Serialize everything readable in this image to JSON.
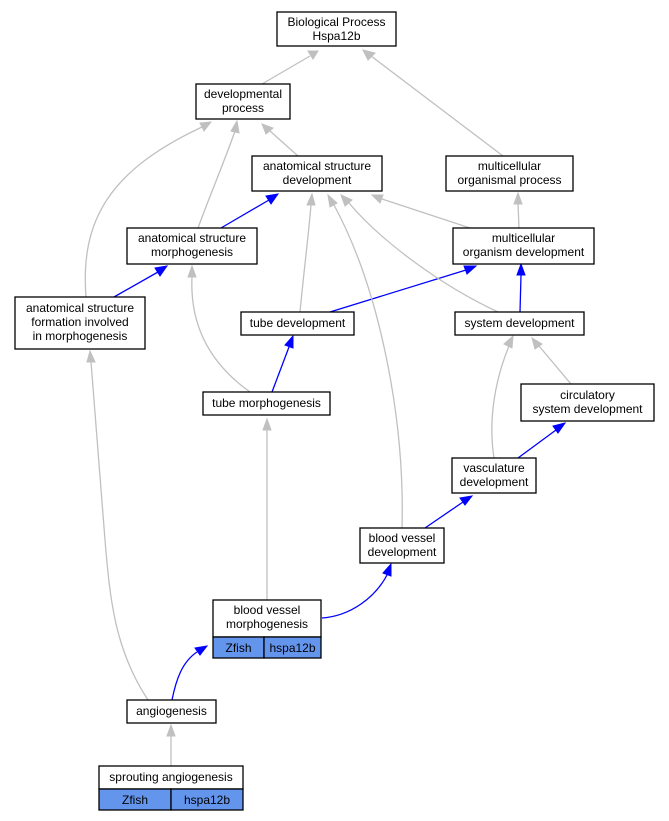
{
  "colors": {
    "gene_cell": "#6495ed",
    "edge_is_a": "#c0c0c0",
    "edge_annotated_path": "#0000ff"
  },
  "nodes": {
    "bp": {
      "line1": "Biological Process",
      "line2": "Hspa12b"
    },
    "dev_process": {
      "line1": "developmental",
      "line2": "process"
    },
    "asd": {
      "line1": "anatomical structure",
      "line2": "development"
    },
    "mop": {
      "line1": "multicellular",
      "line2": "organismal process"
    },
    "asm": {
      "line1": "anatomical structure",
      "line2": "morphogenesis"
    },
    "mod": {
      "line1": "multicellular",
      "line2": "organism development"
    },
    "asf": {
      "line1": "anatomical structure",
      "line2": "formation involved",
      "line3": "in morphogenesis"
    },
    "tube_dev": {
      "line1": "tube development"
    },
    "system_dev": {
      "line1": "system development"
    },
    "tube_morph": {
      "line1": "tube morphogenesis"
    },
    "circ": {
      "line1": "circulatory",
      "line2": "system development"
    },
    "vasc": {
      "line1": "vasculature",
      "line2": "development"
    },
    "bvd": {
      "line1": "blood vessel",
      "line2": "development"
    },
    "bvm": {
      "line1": "blood vessel",
      "line2": "morphogenesis",
      "species": "Zfish",
      "gene": "hspa12b"
    },
    "angio": {
      "line1": "angiogenesis"
    },
    "sprout": {
      "line1": "sprouting angiogenesis",
      "species": "Zfish",
      "gene": "hspa12b"
    }
  }
}
